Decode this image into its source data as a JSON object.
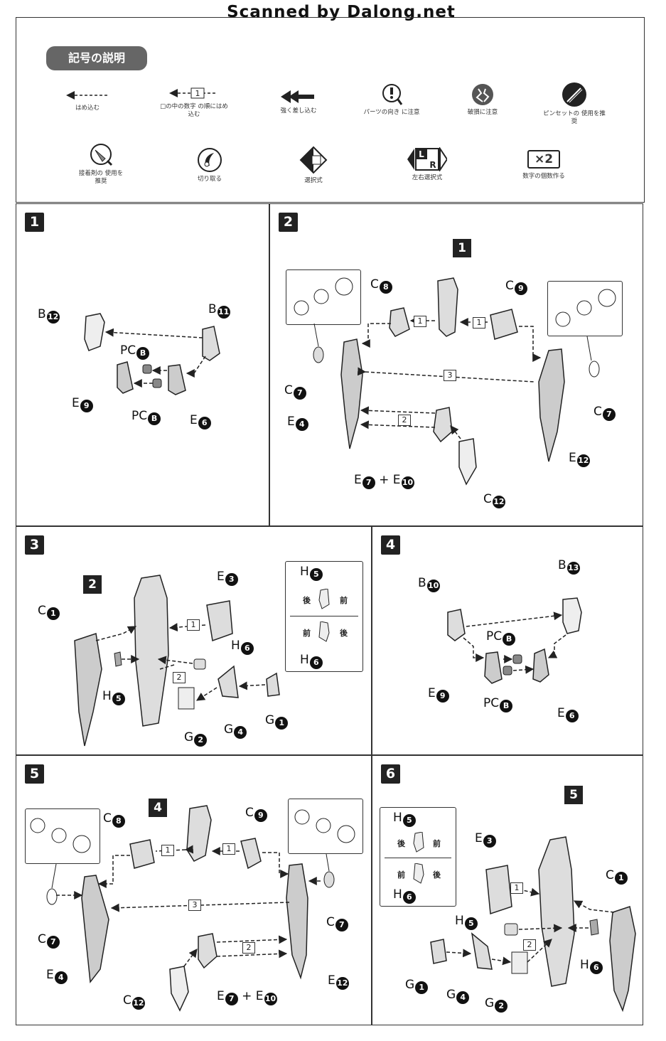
{
  "header": {
    "scan_credit": "Scanned by Dalong.net"
  },
  "legend": {
    "title": "記号の説明",
    "symbols": [
      {
        "icon": "dashed-arrow-icon",
        "text": "はめ込む"
      },
      {
        "icon": "numbered-arrow-icon",
        "number": "1",
        "text": "□の中の数字 の順にはめ込む"
      },
      {
        "icon": "double-arrow-icon",
        "text": "強く差し込む"
      },
      {
        "icon": "exclamation-icon",
        "text": "パーツの向き に注意"
      },
      {
        "icon": "broken-part-icon",
        "text": "破損に注意"
      },
      {
        "icon": "tweezers-icon",
        "text": "ピンセットの 使用を推奨"
      },
      {
        "icon": "glue-icon",
        "text": "接着剤の 使用を推奨"
      },
      {
        "icon": "cut-icon",
        "text": "切り取る"
      },
      {
        "icon": "selection-icon",
        "text": "選択式"
      },
      {
        "icon": "left-right-icon",
        "text": "左右選択式"
      },
      {
        "icon": "multiply-icon",
        "badge": "×2",
        "text": "数字の個数作る"
      }
    ]
  },
  "steps": [
    {
      "number": "1",
      "labels": [
        {
          "pre": "B",
          "num": "12"
        },
        {
          "pre": "B",
          "num": "11"
        },
        {
          "pre": "PC",
          "num": "B"
        },
        {
          "pre": "E",
          "num": "9"
        },
        {
          "pre": "PC",
          "num": "B"
        },
        {
          "pre": "E",
          "num": "6"
        }
      ]
    },
    {
      "number": "2",
      "sub": "1",
      "order": [
        "1",
        "1",
        "3",
        "2"
      ],
      "labels": [
        {
          "pre": "C",
          "num": "8"
        },
        {
          "pre": "C",
          "num": "9"
        },
        {
          "pre": "C",
          "num": "7"
        },
        {
          "pre": "C",
          "num": "7"
        },
        {
          "pre": "E",
          "num": "4"
        },
        {
          "pre": "E",
          "num": "12"
        },
        {
          "pre": "E",
          "num": "7",
          "plus": "+ E",
          "num2": "10"
        },
        {
          "pre": "C",
          "num": "12"
        }
      ]
    },
    {
      "number": "3",
      "sub": "2",
      "order": [
        "1",
        "2"
      ],
      "labels": [
        {
          "pre": "E",
          "num": "3"
        },
        {
          "pre": "C",
          "num": "1"
        },
        {
          "pre": "H",
          "num": "6"
        },
        {
          "pre": "H",
          "num": "5"
        },
        {
          "pre": "G",
          "num": "2"
        },
        {
          "pre": "G",
          "num": "4"
        },
        {
          "pre": "G",
          "num": "1"
        }
      ],
      "orientation": {
        "top": {
          "pre": "H",
          "num": "5",
          "left": "後",
          "right": "前"
        },
        "bottom": {
          "pre": "H",
          "num": "6",
          "left": "前",
          "right": "後"
        }
      }
    },
    {
      "number": "4",
      "labels": [
        {
          "pre": "B",
          "num": "10"
        },
        {
          "pre": "B",
          "num": "13"
        },
        {
          "pre": "PC",
          "num": "B"
        },
        {
          "pre": "E",
          "num": "9"
        },
        {
          "pre": "PC",
          "num": "B"
        },
        {
          "pre": "E",
          "num": "6"
        }
      ]
    },
    {
      "number": "5",
      "sub": "4",
      "order": [
        "1",
        "1",
        "3",
        "2"
      ],
      "labels": [
        {
          "pre": "C",
          "num": "8"
        },
        {
          "pre": "C",
          "num": "9"
        },
        {
          "pre": "C",
          "num": "7"
        },
        {
          "pre": "C",
          "num": "7"
        },
        {
          "pre": "E",
          "num": "4"
        },
        {
          "pre": "E",
          "num": "12"
        },
        {
          "pre": "E",
          "num": "7",
          "plus": "+ E",
          "num2": "10"
        },
        {
          "pre": "C",
          "num": "12"
        }
      ]
    },
    {
      "number": "6",
      "sub": "5",
      "order": [
        "1",
        "2"
      ],
      "labels": [
        {
          "pre": "E",
          "num": "3"
        },
        {
          "pre": "C",
          "num": "1"
        },
        {
          "pre": "H",
          "num": "5"
        },
        {
          "pre": "H",
          "num": "6"
        },
        {
          "pre": "G",
          "num": "1"
        },
        {
          "pre": "G",
          "num": "4"
        },
        {
          "pre": "G",
          "num": "2"
        }
      ],
      "orientation": {
        "top": {
          "pre": "H",
          "num": "5",
          "left": "後",
          "right": "前"
        },
        "bottom": {
          "pre": "H",
          "num": "6",
          "left": "前",
          "right": "後"
        }
      }
    }
  ]
}
